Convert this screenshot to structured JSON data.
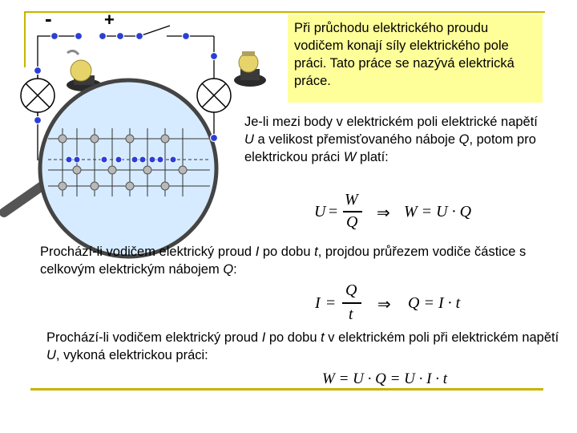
{
  "diagram": {
    "minus_sign": "-",
    "plus_sign": "+"
  },
  "note": {
    "text_before": "Při průchodu elektrického proudu vodičem konají síly elektrického pole práci. Tato práce se nazývá ",
    "term": "elektrická práce",
    "text_after": "."
  },
  "para1": {
    "a": "Je-li mezi body v elektrickém poli elektrické napětí ",
    "U": "U",
    "b": " a velikost přemisťovaného náboje ",
    "Q": "Q",
    "c": ",  potom pro elektrickou práci ",
    "W": "W",
    "d": " platí:"
  },
  "eq1": {
    "lhs": "U",
    "eq": "=",
    "num": "W",
    "den": "Q",
    "implies": "⇒",
    "rhs": "W = U · Q"
  },
  "para2": {
    "a": "Prochází-li vodičem elektrický proud ",
    "I": "I",
    "b": " po dobu ",
    "t": "t",
    "c": ", projdou průřezem vodiče částice s celkovým elektrickým nábojem ",
    "Q": "Q",
    "d": ":"
  },
  "eq2": {
    "lhs": "I",
    "eq": "=",
    "num": "Q",
    "den": "t",
    "implies": "⇒",
    "rhs": "Q = I · t"
  },
  "para3": {
    "a": "Prochází-li vodičem elektrický proud ",
    "I": "I",
    "b": " po dobu ",
    "t": "t",
    "c": " v elektrickém poli při elektrickém napětí ",
    "U": "U",
    "d": ", vykoná elektrickou práci:"
  },
  "eq3": {
    "text": "W = U · Q = U · I · t"
  },
  "colors": {
    "frame": "#c8b400",
    "note_bg": "#ffff99",
    "wire": "#000000",
    "node": "#2b3fd6",
    "lens": "#cfe6ff"
  }
}
